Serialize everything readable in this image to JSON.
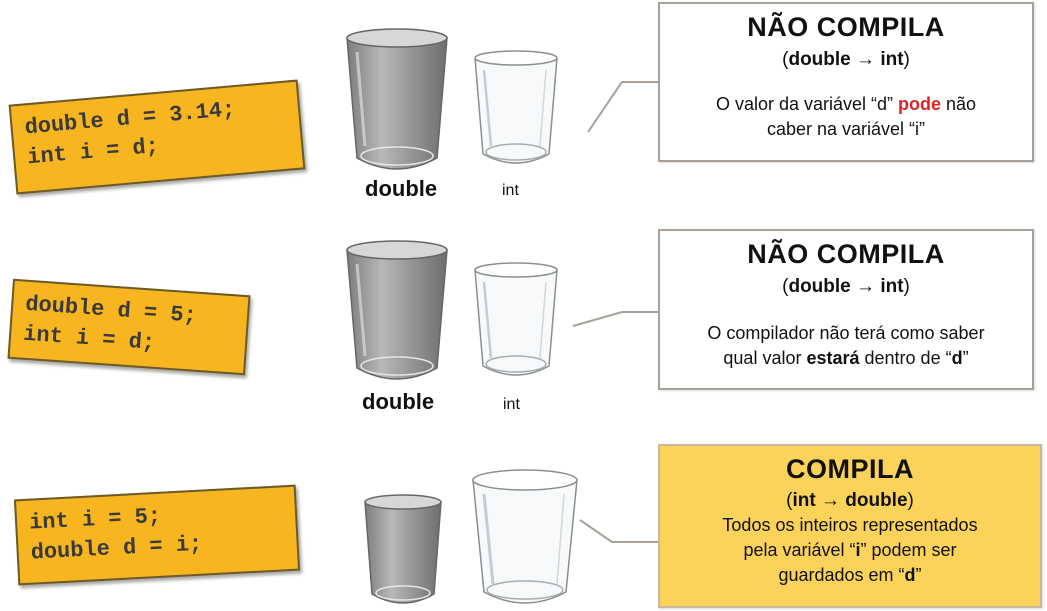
{
  "rows": [
    {
      "code": [
        "double d = 3.14;",
        "int i = d;"
      ],
      "left_label": "double",
      "right_label": "int",
      "box": {
        "title": "NÃO COMPILA",
        "sub_open": "(",
        "sub_from": "double",
        "sub_arrow": " → ",
        "sub_to": "int",
        "sub_close": ")",
        "desc_1a": "O valor da variável “d” ",
        "desc_1b": "pode",
        "desc_1c": " não",
        "desc_2": "caber na variável “i”"
      }
    },
    {
      "code": [
        "double d = 5;",
        "int i = d;"
      ],
      "left_label": "double",
      "right_label": "int",
      "box": {
        "title": "NÃO COMPILA",
        "sub_open": "(",
        "sub_from": "double",
        "sub_arrow": " → ",
        "sub_to": "int",
        "sub_close": ")",
        "desc_1": "O compilador não terá como saber",
        "desc_2a": "qual valor ",
        "desc_2b": "estará",
        "desc_2c": " dentro de “",
        "desc_2d": "d",
        "desc_2e": "”"
      }
    },
    {
      "code": [
        "int i = 5;",
        "double d = i;"
      ],
      "box": {
        "title": "COMPILA",
        "sub_open": "(",
        "sub_from": "int",
        "sub_arrow": " → ",
        "sub_to": "double",
        "sub_close": ")",
        "desc_1": "Todos os inteiros representados",
        "desc_2a": "pela variável “",
        "desc_2b": "i",
        "desc_2c": "” podem ser",
        "desc_3a": "guardados em “",
        "desc_3b": "d",
        "desc_3c": "”"
      }
    }
  ],
  "colors": {
    "code_bg": "#f7b520",
    "highlight_box": "#fbd25a",
    "emphasis_red": "#d8262b"
  }
}
